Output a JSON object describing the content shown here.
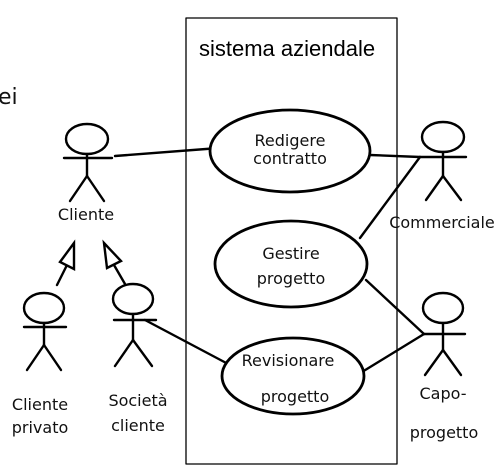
{
  "fragment_text": "ei",
  "system": {
    "title": "sistema aziendale"
  },
  "actors": {
    "cliente": "Cliente",
    "cliente_privato": [
      "Cliente",
      "privato"
    ],
    "societa_cliente": [
      "Società",
      "cliente"
    ],
    "commerciale": "Commerciale",
    "capo_progetto": [
      "Capo-",
      "progetto"
    ]
  },
  "use_cases": {
    "redigere": [
      "Redigere",
      "contratto"
    ],
    "gestire": [
      "Gestire",
      "progetto"
    ],
    "revisionare": [
      "Revisionare",
      "progetto"
    ]
  },
  "colors": {
    "line": "#000000",
    "background": "#ffffff"
  }
}
